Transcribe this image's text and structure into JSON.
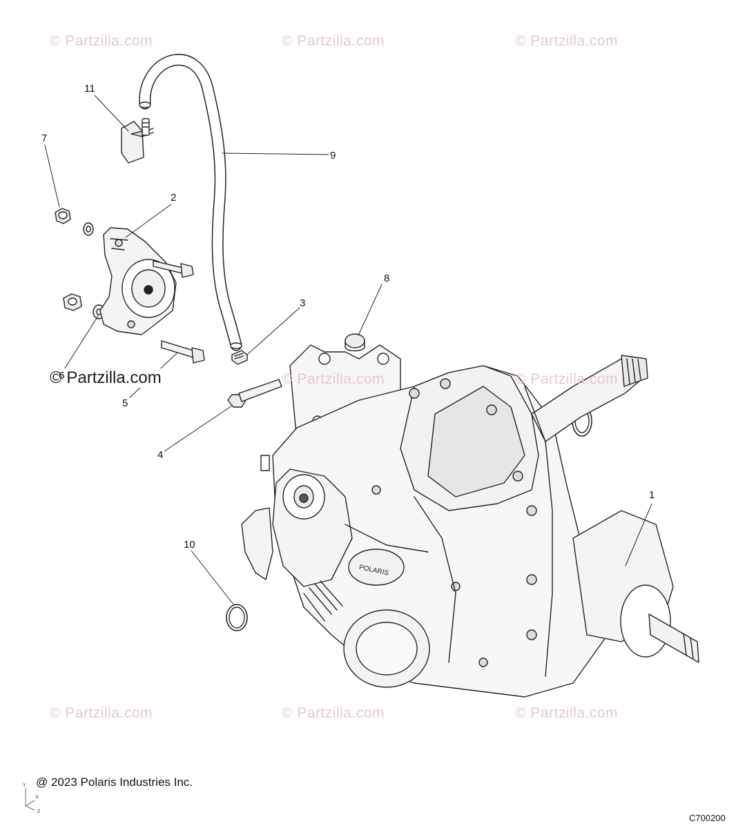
{
  "watermark": "© Partzilla.com",
  "copyright": "@ 2023 Polaris Industries Inc.",
  "drawing_code": "C700200",
  "axis": {
    "y": "Y",
    "x": "X",
    "z": "Z"
  },
  "callouts": [
    "1",
    "2",
    "3",
    "4",
    "5",
    "6",
    "7",
    "8",
    "9",
    "10",
    "11"
  ]
}
